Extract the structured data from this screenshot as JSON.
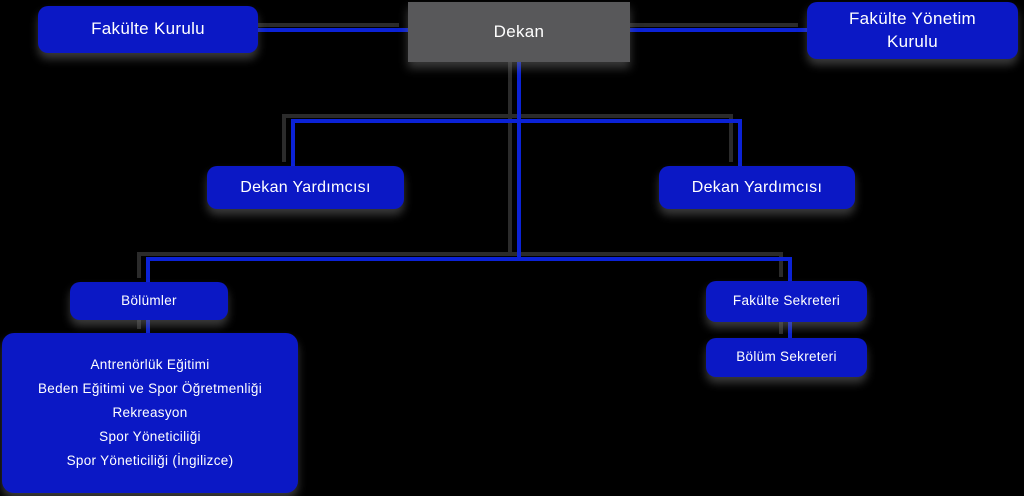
{
  "diagram": {
    "type": "org-chart",
    "background": "#000000",
    "colors": {
      "node_blue": "#0b18c5",
      "line_blue": "#0b22d6",
      "dekan_gray": "#58585a",
      "text": "#ffffff",
      "shadow_gray": "#2b2b2b"
    },
    "nodes": {
      "dekan": {
        "label": "Dekan"
      },
      "fakulte_kurulu": {
        "label": "Fakülte Kurulu"
      },
      "fakulte_yonetim_kurulu": {
        "label": "Fakülte Yönetim Kurulu"
      },
      "dekan_yardimcisi_sol": {
        "label": "Dekan Yardımcısı"
      },
      "dekan_yardimcisi_sag": {
        "label": "Dekan Yardımcısı"
      },
      "bolumler": {
        "label": "Bölümler"
      },
      "fakulte_sekreteri": {
        "label": "Fakülte Sekreteri"
      },
      "bolum_sekreteri": {
        "label": "Bölüm Sekreteri"
      },
      "bolumler_list": {
        "items": [
          "Antrenörlük Eğitimi",
          "Beden Eğitimi ve Spor Öğretmenliği",
          "Rekreasyon",
          "Spor Yöneticiliği",
          "Spor Yöneticiliği (İngilizce)"
        ]
      }
    },
    "edges": [
      {
        "from": "Dekan",
        "to": "Fakülte Kurulu"
      },
      {
        "from": "Dekan",
        "to": "Fakülte Yönetim Kurulu"
      },
      {
        "from": "Dekan",
        "to": "Dekan Yardımcısı (sol)"
      },
      {
        "from": "Dekan",
        "to": "Dekan Yardımcısı (sağ)"
      },
      {
        "from": "Dekan",
        "to": "Bölümler"
      },
      {
        "from": "Dekan",
        "to": "Fakülte Sekreteri"
      },
      {
        "from": "Bölümler",
        "to": "Bölümler listesi"
      },
      {
        "from": "Fakülte Sekreteri",
        "to": "Bölüm Sekreteri"
      }
    ]
  }
}
